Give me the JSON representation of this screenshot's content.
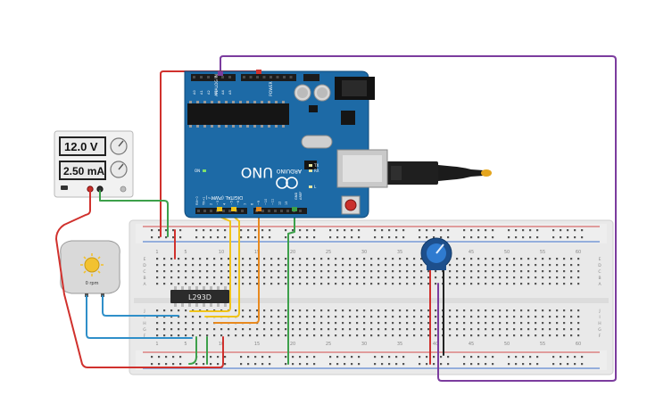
{
  "power_supply": {
    "voltage": "12.0 V",
    "current": "2.50 mA"
  },
  "motor": {
    "speed": "0 rpm"
  },
  "arduino": {
    "brand": "ARDUINO",
    "model": "UNO",
    "digital_label": "DIGITAL (PWM~)",
    "analog_label": "ANALOG IN",
    "power_label": "POWER",
    "on_label": "ON",
    "tx_label": "TX",
    "rx_label": "RX",
    "l_label": "L",
    "aref_label": "AREF",
    "gnd_label": "GND",
    "analog_pins": [
      "A0",
      "A1",
      "A2",
      "A3",
      "A4",
      "A5"
    ],
    "digital_pins": [
      "13",
      "12",
      "~11",
      "~10",
      "~9",
      "8",
      "7",
      "~6",
      "~5",
      "4",
      "~3",
      "2",
      "TX→1",
      "RX←0"
    ]
  },
  "chip": {
    "label": "L293D"
  },
  "breadboard": {
    "column_numbers": [
      "1",
      "5",
      "10",
      "15",
      "20",
      "25",
      "30",
      "35",
      "40",
      "45",
      "50",
      "55",
      "60"
    ],
    "row_letters_top": [
      "A",
      "B",
      "C",
      "D",
      "E"
    ],
    "row_letters_bottom": [
      "F",
      "G",
      "H",
      "I",
      "J"
    ]
  },
  "wire_colors": {
    "red": "#d0312d",
    "green": "#3ca04a",
    "blue": "#2f8fc9",
    "yellow": "#f0c419",
    "orange": "#e8891e",
    "purple": "#7b3c9e",
    "black": "#222222"
  }
}
